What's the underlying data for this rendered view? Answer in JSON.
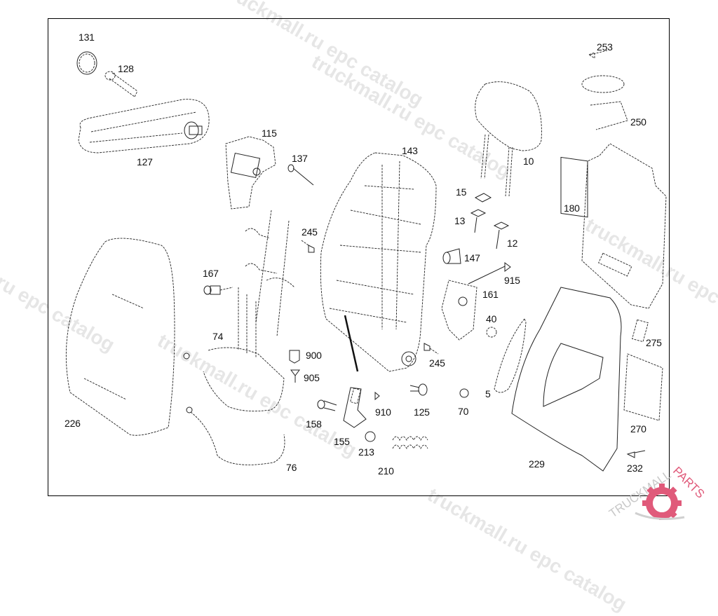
{
  "diagram": {
    "type": "exploded-parts-diagram",
    "subject": "seat backrest assembly",
    "accent_color": "#e0607e",
    "line_color": "#222222",
    "watermark_text": "truckmall.ru epc catalog",
    "logo": {
      "text_left": "TRUCKMALL",
      "text_right": "PARTS",
      "icon": "gear-icon",
      "color": "#e05a7a"
    },
    "callouts": [
      {
        "id": "131",
        "label": "131"
      },
      {
        "id": "128",
        "label": "128"
      },
      {
        "id": "127",
        "label": "127"
      },
      {
        "id": "115",
        "label": "115"
      },
      {
        "id": "137",
        "label": "137"
      },
      {
        "id": "143",
        "label": "143"
      },
      {
        "id": "10",
        "label": "10"
      },
      {
        "id": "253",
        "label": "253"
      },
      {
        "id": "250",
        "label": "250"
      },
      {
        "id": "180",
        "label": "180"
      },
      {
        "id": "15",
        "label": "15"
      },
      {
        "id": "13",
        "label": "13"
      },
      {
        "id": "12",
        "label": "12"
      },
      {
        "id": "245a",
        "label": "245"
      },
      {
        "id": "147",
        "label": "147"
      },
      {
        "id": "167",
        "label": "167"
      },
      {
        "id": "915",
        "label": "915"
      },
      {
        "id": "161",
        "label": "161"
      },
      {
        "id": "40",
        "label": "40"
      },
      {
        "id": "74",
        "label": "74"
      },
      {
        "id": "900",
        "label": "900"
      },
      {
        "id": "905",
        "label": "905"
      },
      {
        "id": "245b",
        "label": "245"
      },
      {
        "id": "275",
        "label": "275"
      },
      {
        "id": "226",
        "label": "226"
      },
      {
        "id": "910",
        "label": "910"
      },
      {
        "id": "125",
        "label": "125"
      },
      {
        "id": "70",
        "label": "70"
      },
      {
        "id": "5",
        "label": "5"
      },
      {
        "id": "158",
        "label": "158"
      },
      {
        "id": "155",
        "label": "155"
      },
      {
        "id": "213",
        "label": "213"
      },
      {
        "id": "270",
        "label": "270"
      },
      {
        "id": "76",
        "label": "76"
      },
      {
        "id": "210",
        "label": "210"
      },
      {
        "id": "229",
        "label": "229"
      },
      {
        "id": "232",
        "label": "232"
      }
    ]
  }
}
